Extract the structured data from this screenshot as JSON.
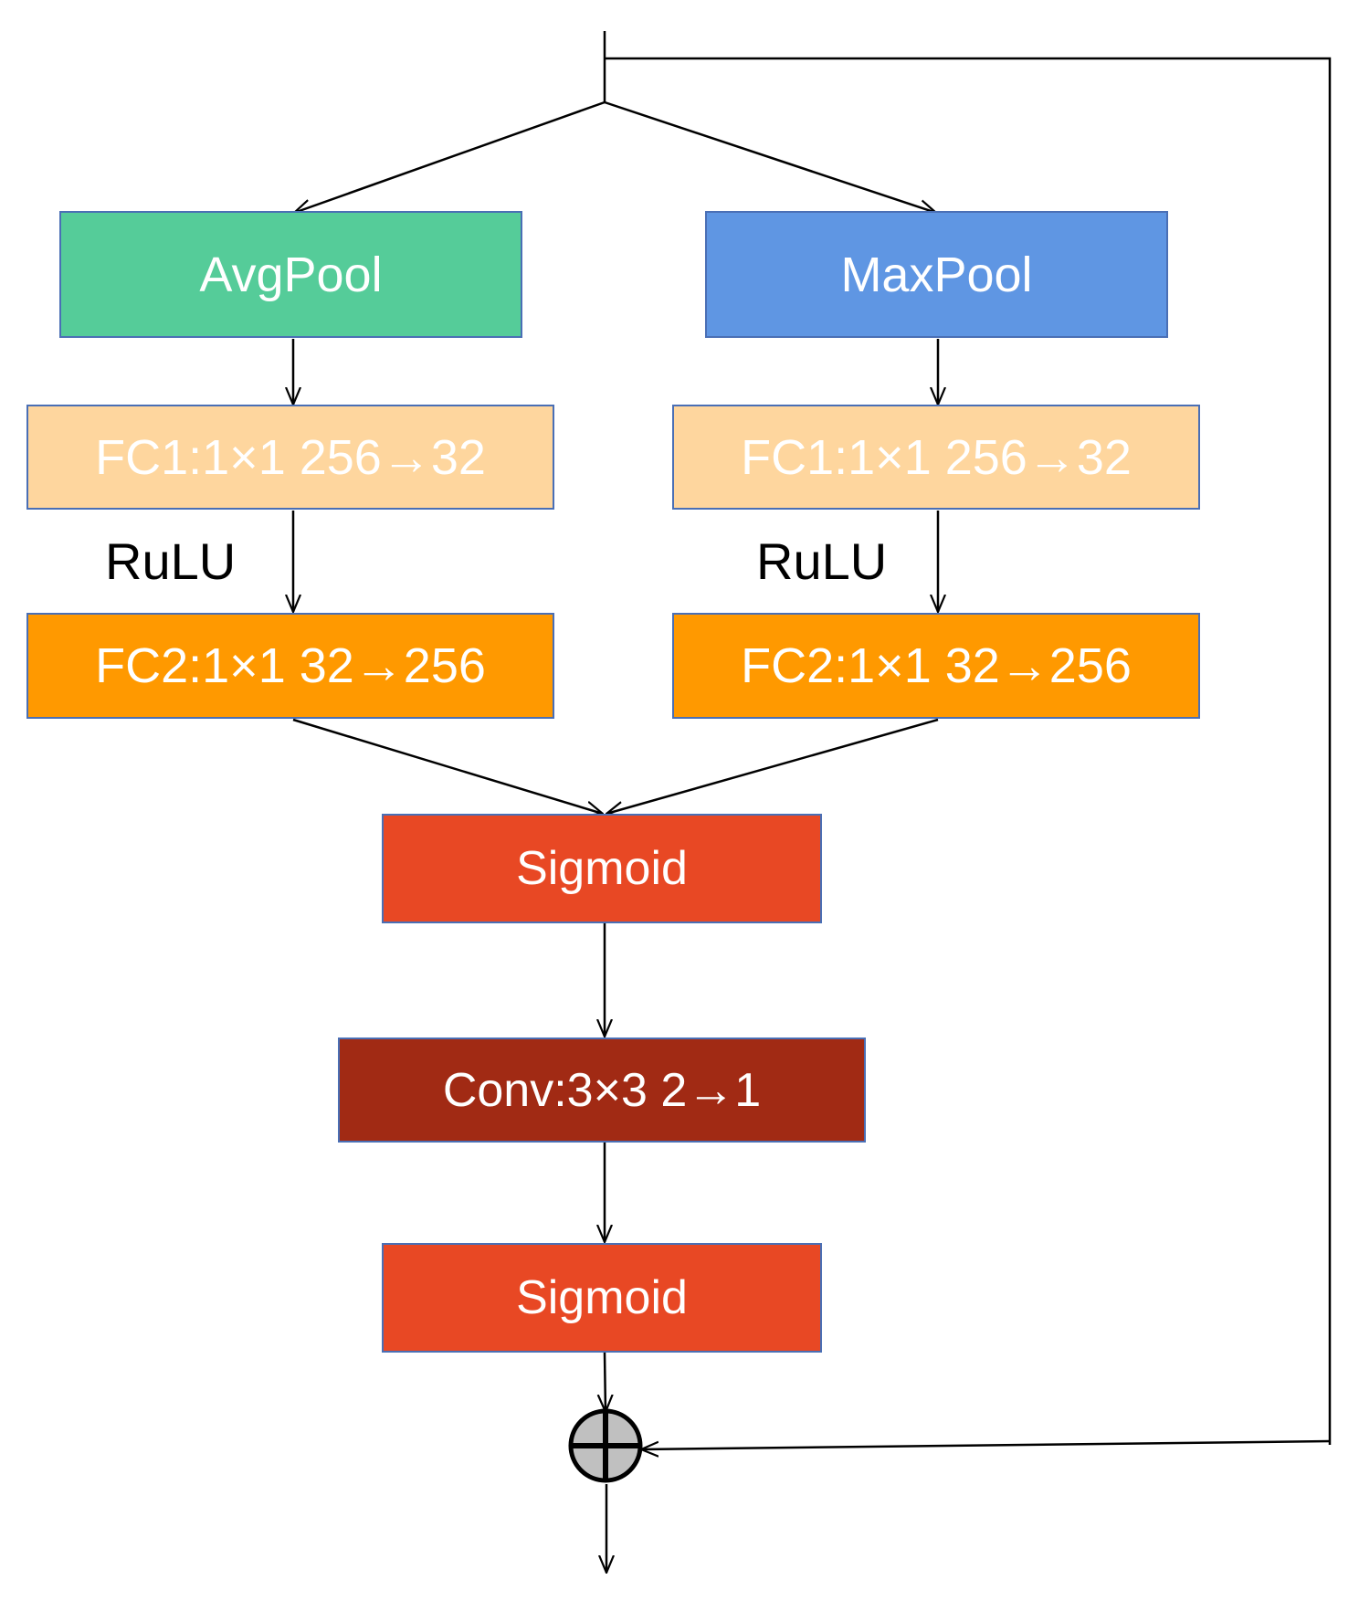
{
  "nodes": {
    "avgpool": {
      "label": "AvgPool",
      "color": "#55CC99"
    },
    "maxpool": {
      "label": "MaxPool",
      "color": "#5F96E3"
    },
    "fc1_left": {
      "label": "FC1:1×1 256→32",
      "color": "#FED69E"
    },
    "fc1_right": {
      "label": "FC1:1×1 256→32",
      "color": "#FED69E"
    },
    "fc2_left": {
      "label": "FC2:1×1 32→256",
      "color": "#FF9900"
    },
    "fc2_right": {
      "label": "FC2:1×1 32→256",
      "color": "#FF9900"
    },
    "sigmoid_1": {
      "label": "Sigmoid",
      "color": "#E84824"
    },
    "conv": {
      "label": "Conv:3×3 2→1",
      "color": "#A12A14"
    },
    "sigmoid_2": {
      "label": "Sigmoid",
      "color": "#E84824"
    }
  },
  "edge_labels": {
    "relu_left": "RuLU",
    "relu_right": "RuLU"
  },
  "sum_node": {
    "icon": "circle-plus-icon",
    "color": "#C0C0C0"
  }
}
